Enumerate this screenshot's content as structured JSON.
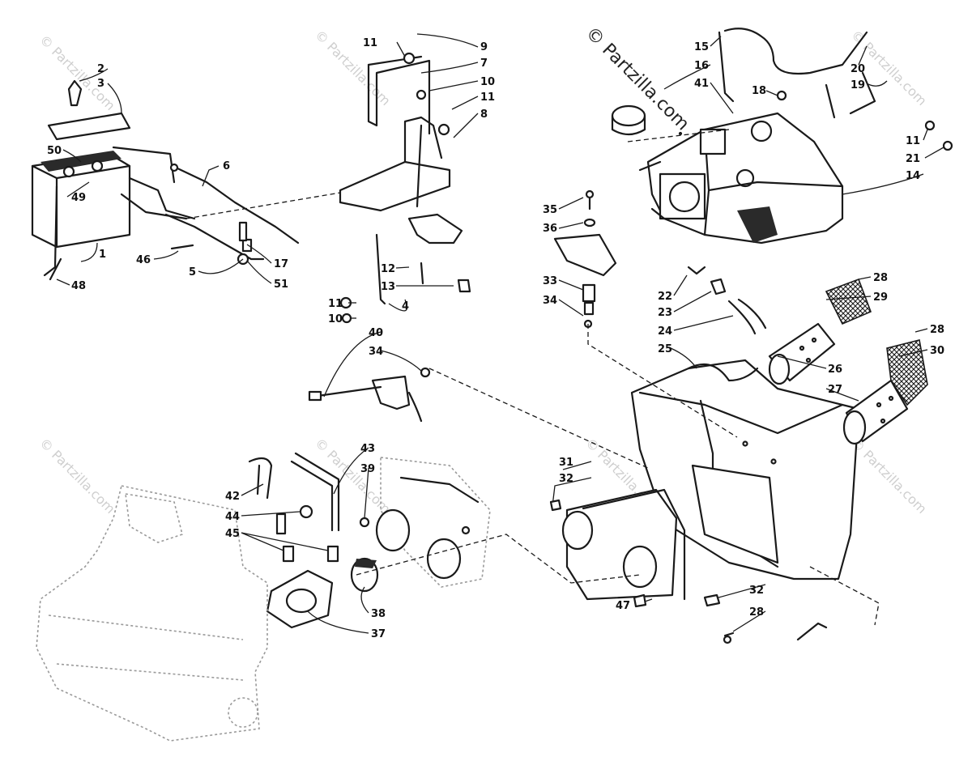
{
  "watermark": {
    "main": "© Partzilla.com",
    "tile": "© Partzilla.com"
  },
  "callouts": {
    "n1": "1",
    "n2": "2",
    "n3": "3",
    "n4": "4",
    "n5": "5",
    "n6": "6",
    "n7": "7",
    "n8": "8",
    "n9": "9",
    "n10a": "10",
    "n10b": "10",
    "n11a": "11",
    "n11b": "11",
    "n11c": "11",
    "n11d": "11",
    "n12": "12",
    "n13": "13",
    "n14": "14",
    "n15": "15",
    "n16": "16",
    "n17": "17",
    "n18": "18",
    "n19": "19",
    "n20": "20",
    "n21": "21",
    "n22": "22",
    "n23": "23",
    "n24": "24",
    "n25": "25",
    "n26": "26",
    "n27": "27",
    "n28a": "28",
    "n28b": "28",
    "n28c": "28",
    "n29": "29",
    "n30": "30",
    "n31": "31",
    "n32a": "32",
    "n32b": "32",
    "n33": "33",
    "n34a": "34",
    "n34b": "34",
    "n35": "35",
    "n36": "36",
    "n37": "37",
    "n38": "38",
    "n39": "39",
    "n40": "40",
    "n41": "41",
    "n42": "42",
    "n43": "43",
    "n44": "44",
    "n45": "45",
    "n46": "46",
    "n47": "47",
    "n48": "48",
    "n49": "49",
    "n50": "50",
    "n51": "51"
  },
  "colors": {
    "ink": "#1a1a1a",
    "watermark": "#cfcfcf",
    "background": "#ffffff"
  }
}
